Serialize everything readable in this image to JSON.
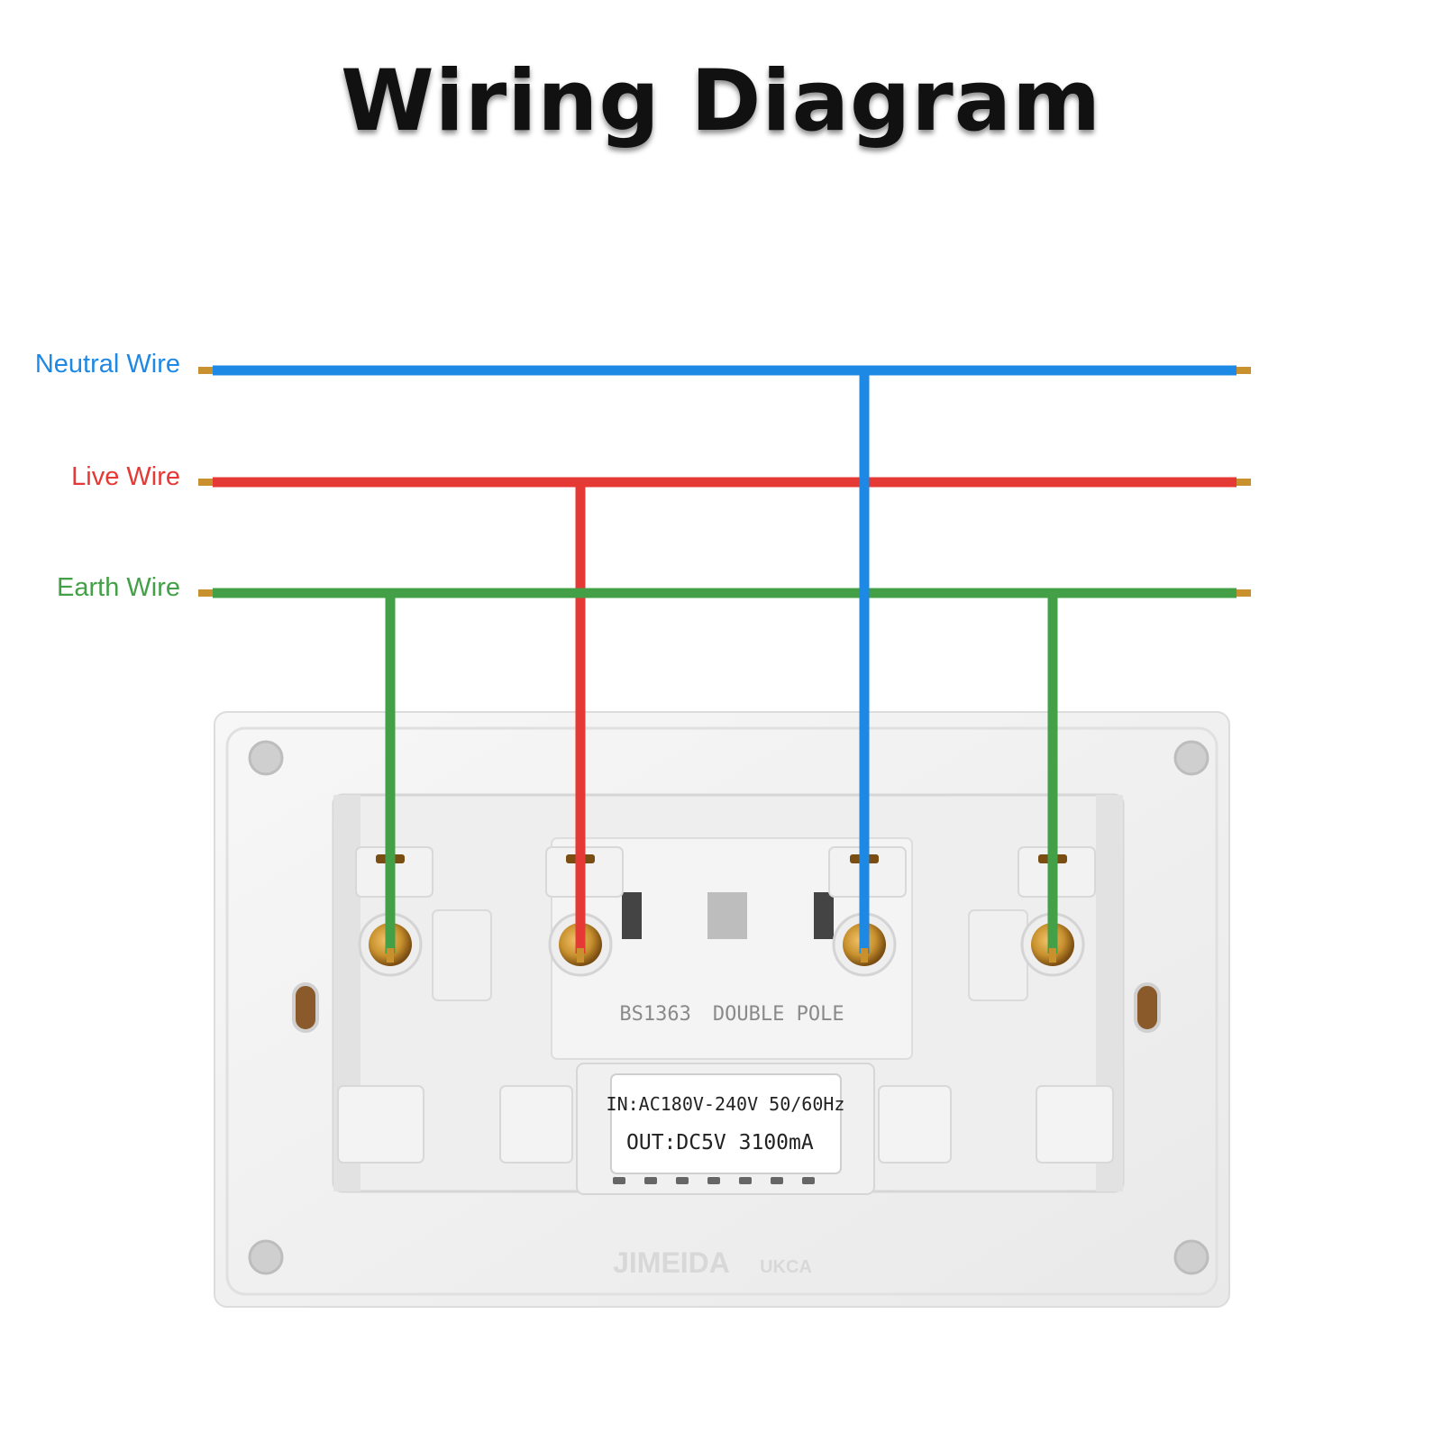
{
  "title": "Wiring Diagram",
  "wires": {
    "neutral": {
      "label": "Neutral Wire",
      "color": "#1e88e5"
    },
    "live": {
      "label": "Live Wire",
      "color": "#e53935"
    },
    "earth": {
      "label": "Earth Wire",
      "color": "#43a047"
    }
  },
  "socket": {
    "standard_text": "BS1363",
    "pole_text": "DOUBLE POLE",
    "usb_input": "IN:AC180V-240V 50/60Hz",
    "usb_output": "OUT:DC5V  3100mA",
    "brand": "JIMEIDA",
    "mark": "UKCA"
  },
  "colors": {
    "faceplate": "#f2f2f2",
    "terminal_brass": "#c8912e"
  }
}
